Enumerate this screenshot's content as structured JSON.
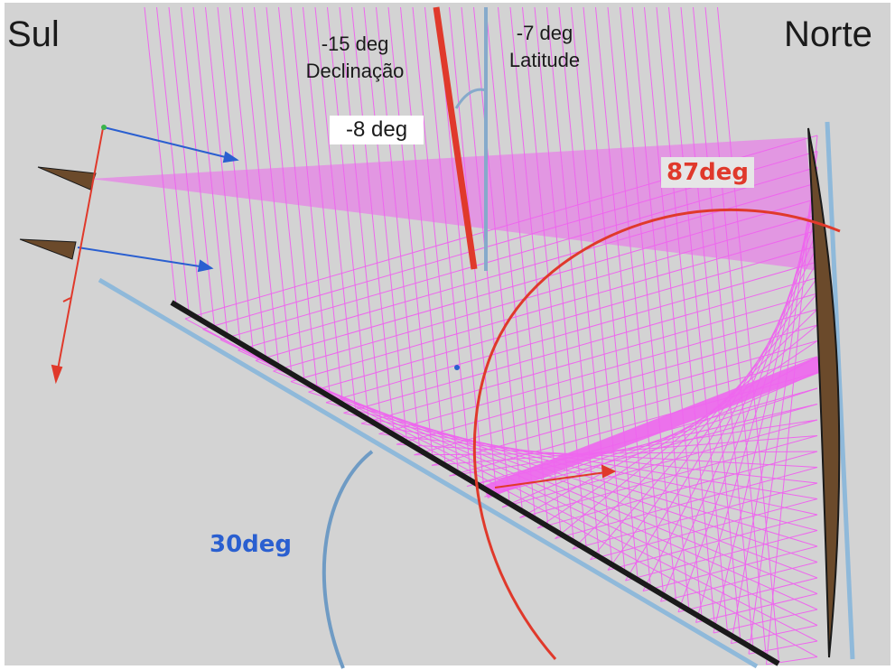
{
  "labels": {
    "south": "Sul",
    "north": "Norte",
    "declination_value": "-15 deg",
    "declination_name": "Declinação",
    "latitude_value": "-7 deg",
    "latitude_name": "Latitude",
    "zenith_offset": "-8 deg",
    "reflector_angle": "87deg",
    "tilt_angle": "30deg"
  },
  "colors": {
    "background": "#d3d3d3",
    "rays": "#ee66ee",
    "sun_ray": "#e0392b",
    "latitude_line": "#86aacb",
    "ground_line": "#8fb9da",
    "mirror": "#1a1a1a",
    "arc_red": "#e0392b",
    "arc_blue": "#6f9bc4",
    "vector_blue": "#2a5fd0",
    "receiver": "#6b4a2b",
    "tilt_text": "#2a5fd0",
    "reflector_text": "#e0392b"
  }
}
